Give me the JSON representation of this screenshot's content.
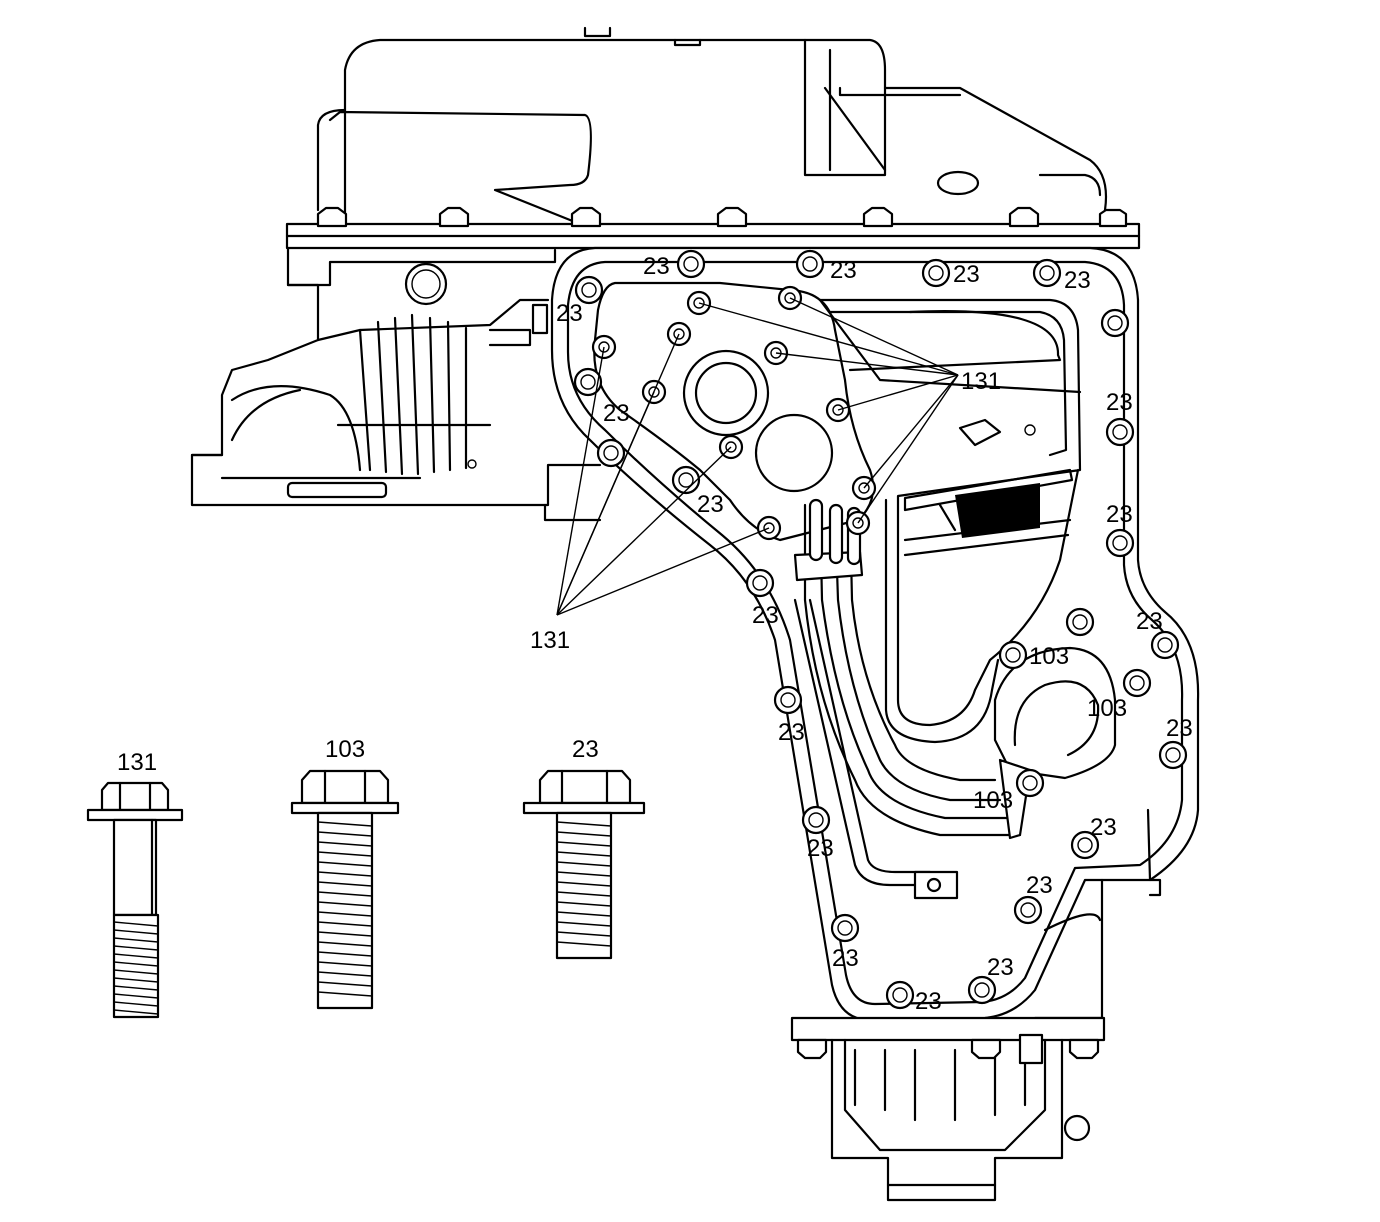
{
  "callouts": {
    "c23_a": "23",
    "c23_b": "23",
    "c23_c": "23",
    "c23_d": "23",
    "c23_e": "23",
    "c23_f": "23",
    "c23_g": "23",
    "c23_h": "23",
    "c23_i": "23",
    "c23_j": "23",
    "c23_k": "23",
    "c23_l": "23",
    "c23_m": "23",
    "c23_n": "23",
    "c23_o": "23",
    "c23_p": "23",
    "c23_q": "23",
    "c23_r": "23",
    "c23_s": "23",
    "c131_top": "131",
    "c131_bottom": "131",
    "c103_a": "103",
    "c103_b": "103",
    "c103_c": "103"
  },
  "bolt_legend": {
    "bolt_131": "131",
    "bolt_103": "103",
    "bolt_23": "23"
  }
}
